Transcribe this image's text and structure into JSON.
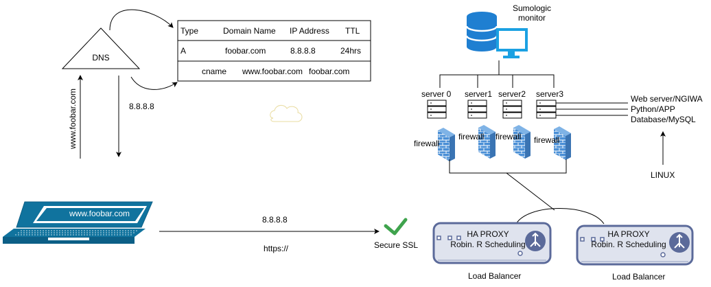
{
  "dns": {
    "label": "DNS"
  },
  "dns_table": {
    "headers": [
      "Type",
      "Domain Name",
      "IP Address",
      "TTL"
    ],
    "row_a": [
      "A",
      "foobar.com",
      "8.8.8.8",
      "24hrs"
    ],
    "row_cname": [
      "cname",
      "www.foobar.com",
      "foobar.com"
    ]
  },
  "dns_query_label": "www.foobar.com",
  "dns_answer_label": "8.8.8.8",
  "laptop": {
    "screen_label": "www.foobar.com"
  },
  "connection": {
    "ip_label": "8.8.8.8",
    "protocol_label": "https://"
  },
  "ssl": {
    "label": "Secure SSL"
  },
  "monitor": {
    "label_line1": "Sumologic",
    "label_line2": "monitor"
  },
  "servers": [
    {
      "name": "server 0",
      "firewall": "firewall"
    },
    {
      "name": "server1",
      "firewall": "firewall"
    },
    {
      "name": "server2",
      "firewall": "firewall"
    },
    {
      "name": "server3",
      "firewall": "firewall"
    }
  ],
  "stack": {
    "items": [
      "Web server/NGIWA",
      "Python/APP",
      "Database/MySQL"
    ],
    "os_label": "LINUX"
  },
  "load_balancers": [
    {
      "line1": "HA PROXY",
      "line2": "Robin. R Scheduling",
      "caption": "Load Balancer"
    },
    {
      "line1": "HA PROXY",
      "line2": "Robin. R Scheduling",
      "caption": "Load Balancer"
    }
  ],
  "colors": {
    "laptop_blue": "#10739e",
    "laptop_dark": "#0c5f86",
    "db_blue": "#1f7fd1",
    "monitor_cyan": "#1ba1e2",
    "firewall_blue": "#4a8fd6",
    "check_green": "#3fa34d",
    "lb_border": "#5b6a9a",
    "lb_fill": "#dfe3ee",
    "cloud": "#e9dca0"
  }
}
